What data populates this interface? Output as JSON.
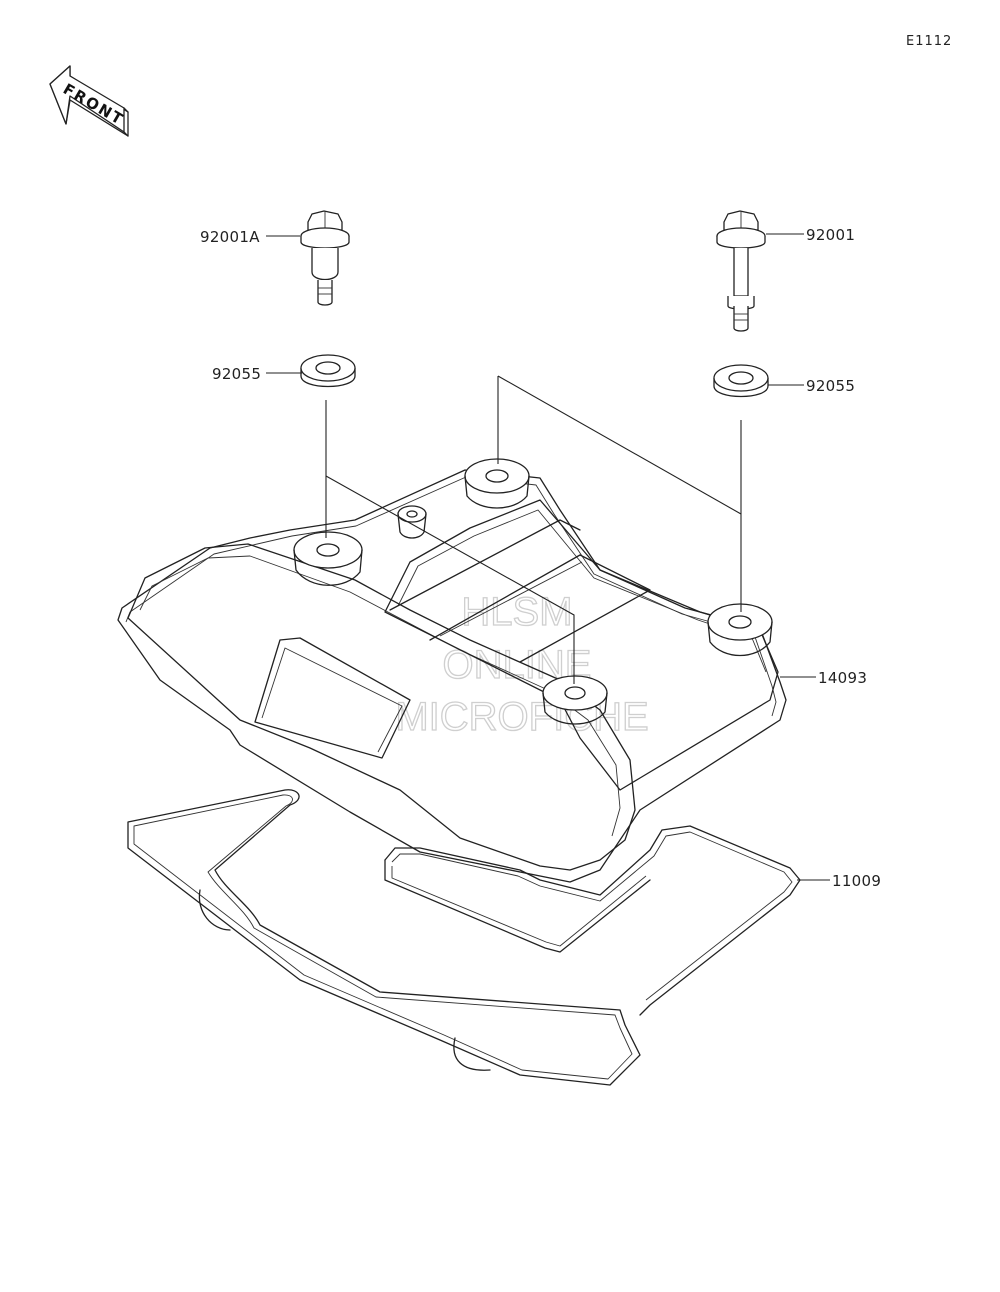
{
  "diagram_code": "E1112",
  "front_label": "FRONT",
  "watermark": [
    "HLSM",
    "ONLINE",
    "MICROFICHE"
  ],
  "parts": {
    "bolt_left": "92001A",
    "washer_left": "92055",
    "bolt_right": "92001",
    "washer_right": "92055",
    "cover": "14093",
    "gasket": "11009"
  }
}
